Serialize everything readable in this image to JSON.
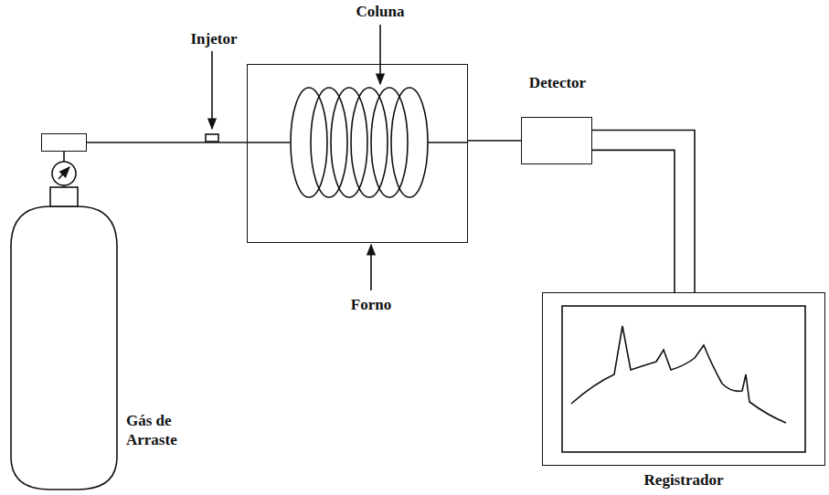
{
  "diagram": {
    "nodes": [
      {
        "text": [
          "Gás de Arraste"
        ]
      },
      {
        "text": [
          "Forno"
        ]
      },
      {
        "text": [
          "Detector"
        ]
      },
      {
        "text": [
          "Registrador"
        ]
      }
    ],
    "edges": [
      {
        "from": 0,
        "to": 1,
        "arrow": "none"
      },
      {
        "from": 1,
        "to": 2,
        "arrow": "none"
      },
      {
        "from": 2,
        "to": 3,
        "arrow": "none"
      }
    ],
    "labels": [
      "Coluna",
      "Injetor"
    ]
  }
}
